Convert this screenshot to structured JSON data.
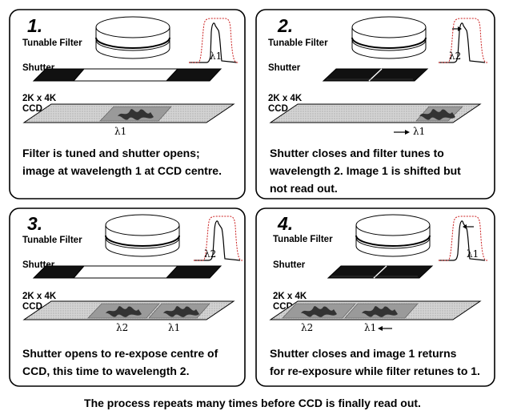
{
  "panels": [
    {
      "number": "1.",
      "tunable_filter": "Tunable Filter",
      "shutter": "Shutter",
      "ccd_line1": "2K x 4K",
      "ccd_line2": "CCD",
      "filter_label": "λ1",
      "ccd_labels": [
        "λ1"
      ],
      "caption": [
        "Filter is tuned and shutter opens;",
        "image at wavelength 1 at CCD centre."
      ]
    },
    {
      "number": "2.",
      "tunable_filter": "Tunable Filter",
      "shutter": "Shutter",
      "ccd_line1": "2K x 4K",
      "ccd_line2": "CCD",
      "filter_label": "λ2",
      "ccd_labels": [
        "λ1"
      ],
      "caption": [
        "Shutter closes and filter tunes to",
        "wavelength 2.  Image 1 is shifted but",
        "not read out."
      ]
    },
    {
      "number": "3.",
      "tunable_filter": "Tunable Filter",
      "shutter": "Shutter",
      "ccd_line1": "2K x 4K",
      "ccd_line2": "CCD",
      "filter_label": "λ2",
      "ccd_labels": [
        "λ2",
        "λ1"
      ],
      "caption": [
        "Shutter opens to re-expose centre of",
        "CCD, this time to wavelength 2."
      ]
    },
    {
      "number": "4.",
      "tunable_filter": "Tunable Filter",
      "shutter": "Shutter",
      "ccd_line1": "2K x 4K",
      "ccd_line2": "CCD",
      "filter_label": "λ1",
      "ccd_labels": [
        "λ2",
        "λ1"
      ],
      "caption": [
        "Shutter closes and image 1 returns",
        "for re-exposure while filter retunes to 1."
      ]
    }
  ],
  "footer": "The process repeats many times before CCD is finally read out."
}
